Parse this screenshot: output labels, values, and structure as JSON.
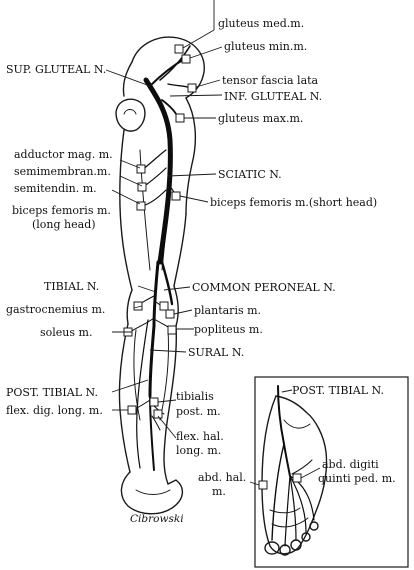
{
  "labels": {
    "gluteus_med": "gluteus med.m.",
    "gluteus_min": "gluteus min.m.",
    "sup_gluteal": "SUP. GLUTEAL N.",
    "tensor_fascia_lata": "tensor fascia lata",
    "inf_gluteal": "INF. GLUTEAL N.",
    "gluteus_max": "gluteus max.m.",
    "adductor_mag": "adductor mag. m.",
    "semimembran": "semimembran.m.",
    "sciatic": "SCIATIC N.",
    "semitendin": "semitendin. m.",
    "biceps_femoris_long_1": "biceps femoris m.",
    "biceps_femoris_long_2": "(long head)",
    "biceps_femoris_short": "biceps femoris m.(short head)",
    "tibial": "TIBIAL N.",
    "common_peroneal": "COMMON PERONEAL N.",
    "gastrocnemius": "gastrocnemius m.",
    "plantaris": "plantaris m.",
    "popliteus": "popliteus m.",
    "soleus": "soleus m.",
    "sural": "SURAL N.",
    "post_tibial": "POST. TIBIAL N.",
    "tibialis_post_1": "tibialis",
    "tibialis_post_2": "post. m.",
    "flex_dig_long": "flex. dig. long. m.",
    "flex_hal_long_1": "flex. hal.",
    "flex_hal_long_2": "long. m.",
    "inset_post_tibial": "POST. TIBIAL N.",
    "abd_digiti_1": "abd. digiti",
    "abd_digiti_2": "quinti ped. m.",
    "abd_hal_1": "abd. hal.",
    "abd_hal_2": "m."
  },
  "signature": "Cibrowski"
}
